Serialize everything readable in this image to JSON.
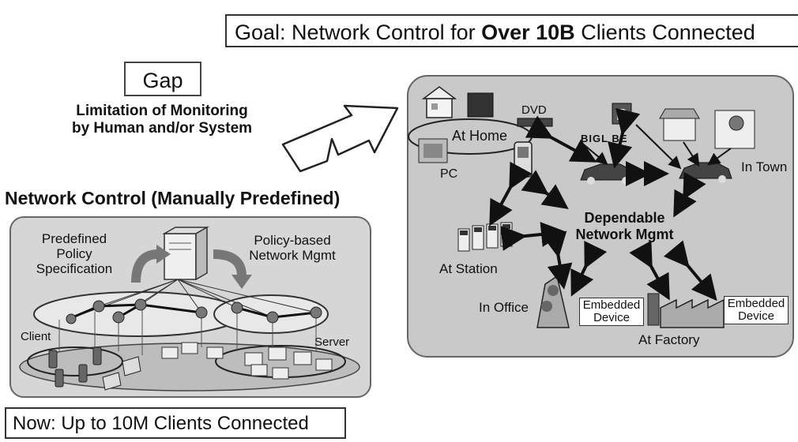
{
  "goal": {
    "prefix": "Goal: Network Control for ",
    "bold": "Over 10B",
    "suffix": " Clients Connected"
  },
  "gap": {
    "label": "Gap",
    "description_line1": "Limitation of Monitoring",
    "description_line2": "by Human and/or System"
  },
  "manual": {
    "title": "Network Control (Manually Predefined)",
    "policy_spec": [
      "Predefined",
      "Policy",
      "Specification"
    ],
    "policy_mgmt": [
      "Policy-based",
      "Network Mgmt"
    ],
    "client": "Client",
    "server": "Server"
  },
  "now": {
    "label": "Now: Up to 10M Clients Connected"
  },
  "dependable": {
    "title": [
      "Dependable",
      "Network Mgmt"
    ],
    "at_home": "At Home",
    "dvd": "DVD",
    "pc": "PC",
    "biglobe": "BIGL BE",
    "in_town": "In Town",
    "at_station": "At Station",
    "in_office": "In Office",
    "embedded_device_1": [
      "Embedded",
      "Device"
    ],
    "embedded_device_2": [
      "Embedded",
      "Device"
    ],
    "at_factory": "At Factory"
  },
  "colors": {
    "panel_left": "#d6d6d6",
    "panel_right": "#c9c9c9",
    "border": "#333333"
  }
}
